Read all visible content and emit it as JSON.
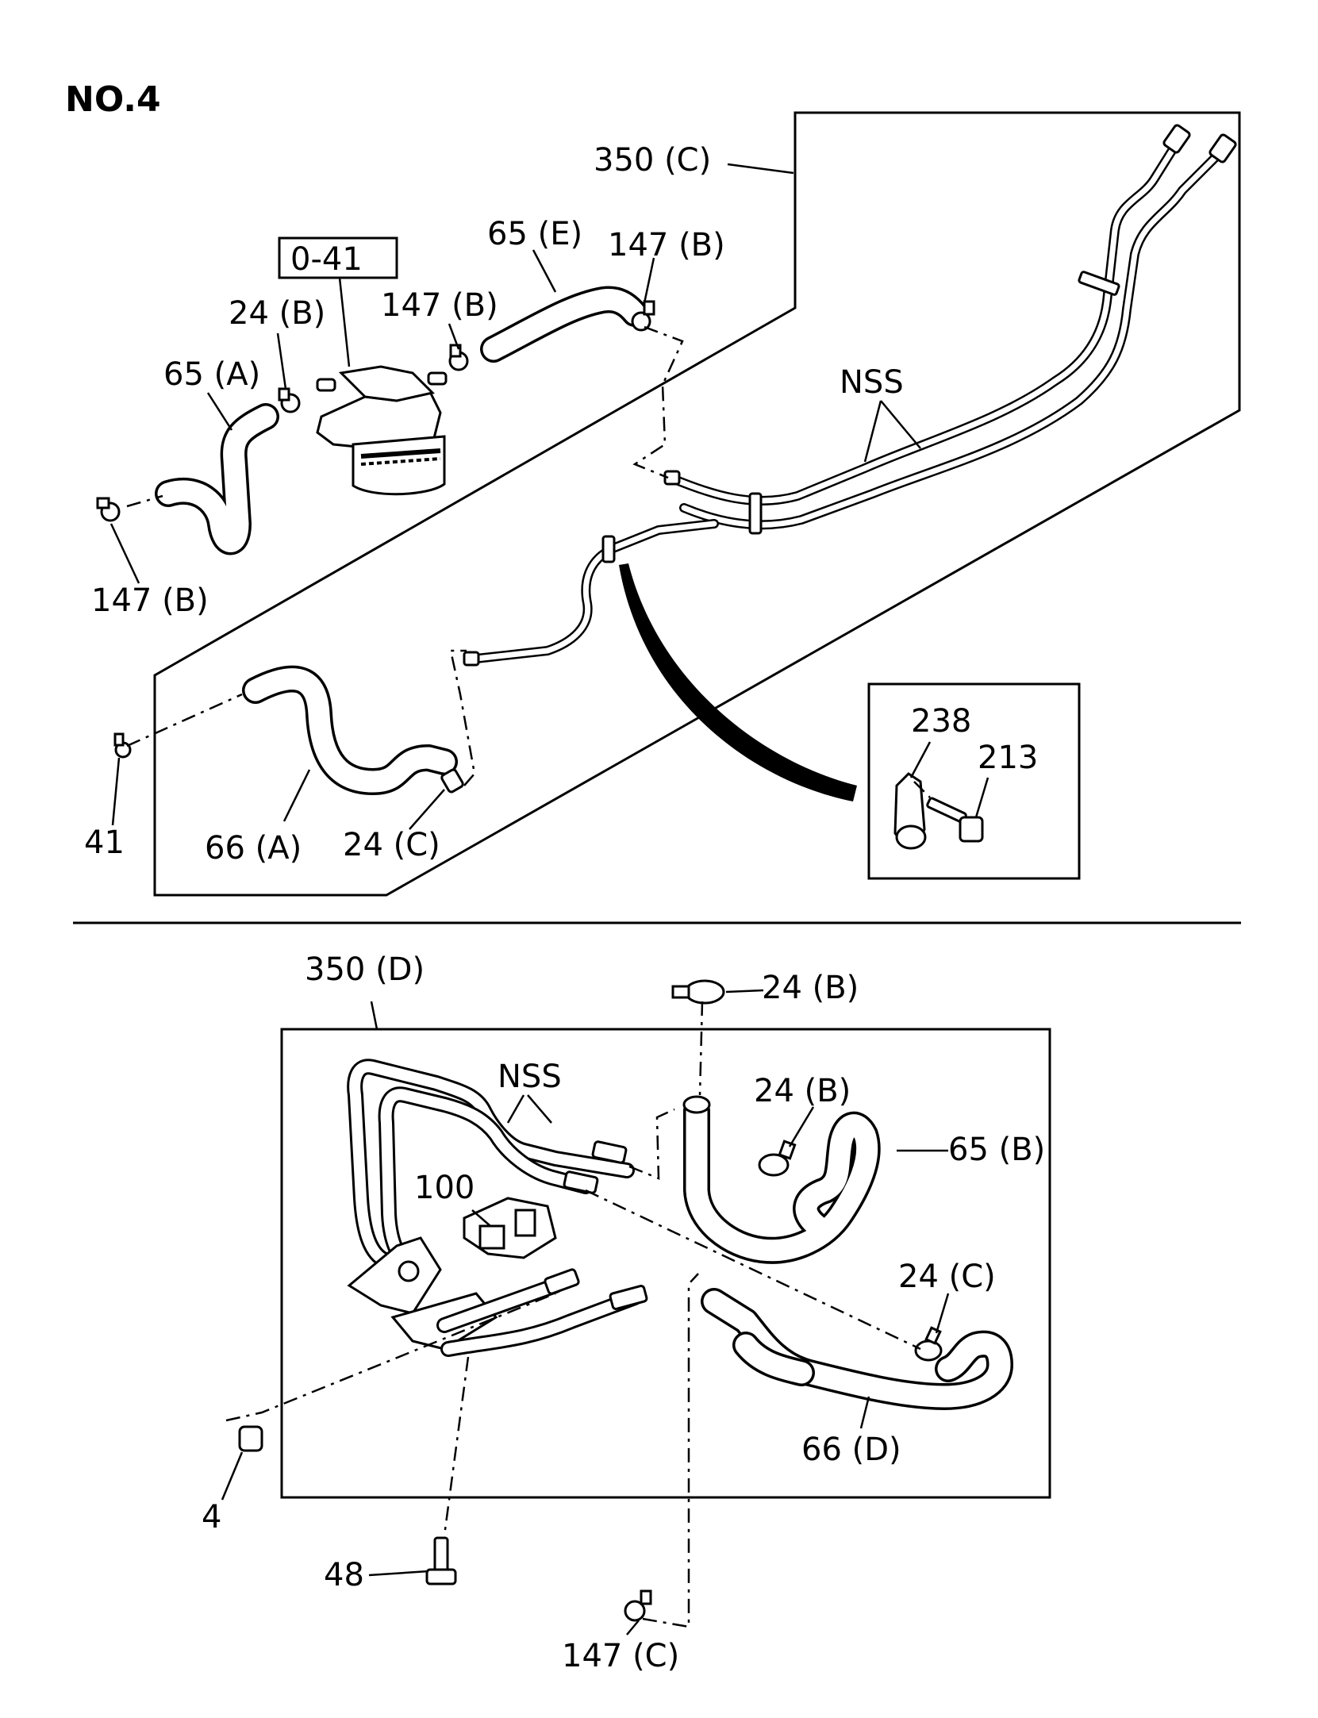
{
  "diagram_title": "NO.4",
  "top_section": {
    "ref_box": "0-41",
    "labels": {
      "pipe_c": "350 (C)",
      "hose_e": "65 (E)",
      "clip_b_top_right": "147 (B)",
      "clip_b_mid": "147 (B)",
      "clamp_b": "24 (B)",
      "hose_a": "65 (A)",
      "clip_b_left": "147 (B)",
      "nss": "NSS",
      "clip_41": "41",
      "hose_66a": "66 (A)",
      "clamp_c": "24 (C)",
      "bracket_238": "238",
      "bolt_213": "213"
    }
  },
  "bottom_section": {
    "labels": {
      "pipe_d": "350 (D)",
      "clamp_b_top": "24 (B)",
      "nss": "NSS",
      "clamp_b_mid": "24 (B)",
      "hose_65b": "65 (B)",
      "part_100": "100",
      "clamp_c": "24 (C)",
      "nut_4": "4",
      "hose_66d": "66 (D)",
      "bolt_48": "48",
      "clip_c": "147 (C)"
    }
  }
}
